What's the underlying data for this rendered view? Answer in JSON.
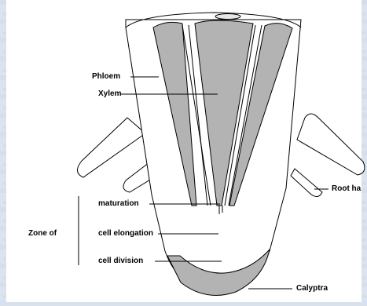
{
  "labels": {
    "phloem": "Phloem",
    "xylem": "Xylem",
    "maturation": "maturation",
    "zone_of": "Zone of",
    "cell_elongation": "cell elongation",
    "cell_division": "cell division",
    "root_hair": "Root ha",
    "calyptra": "Calyptra"
  },
  "colors": {
    "background": "#d9e2ec",
    "panel": "#ffffff",
    "tissue_fill": "#b3b3b3",
    "outline": "#000000"
  },
  "icons": [
    "root-cross-section-diagram"
  ]
}
